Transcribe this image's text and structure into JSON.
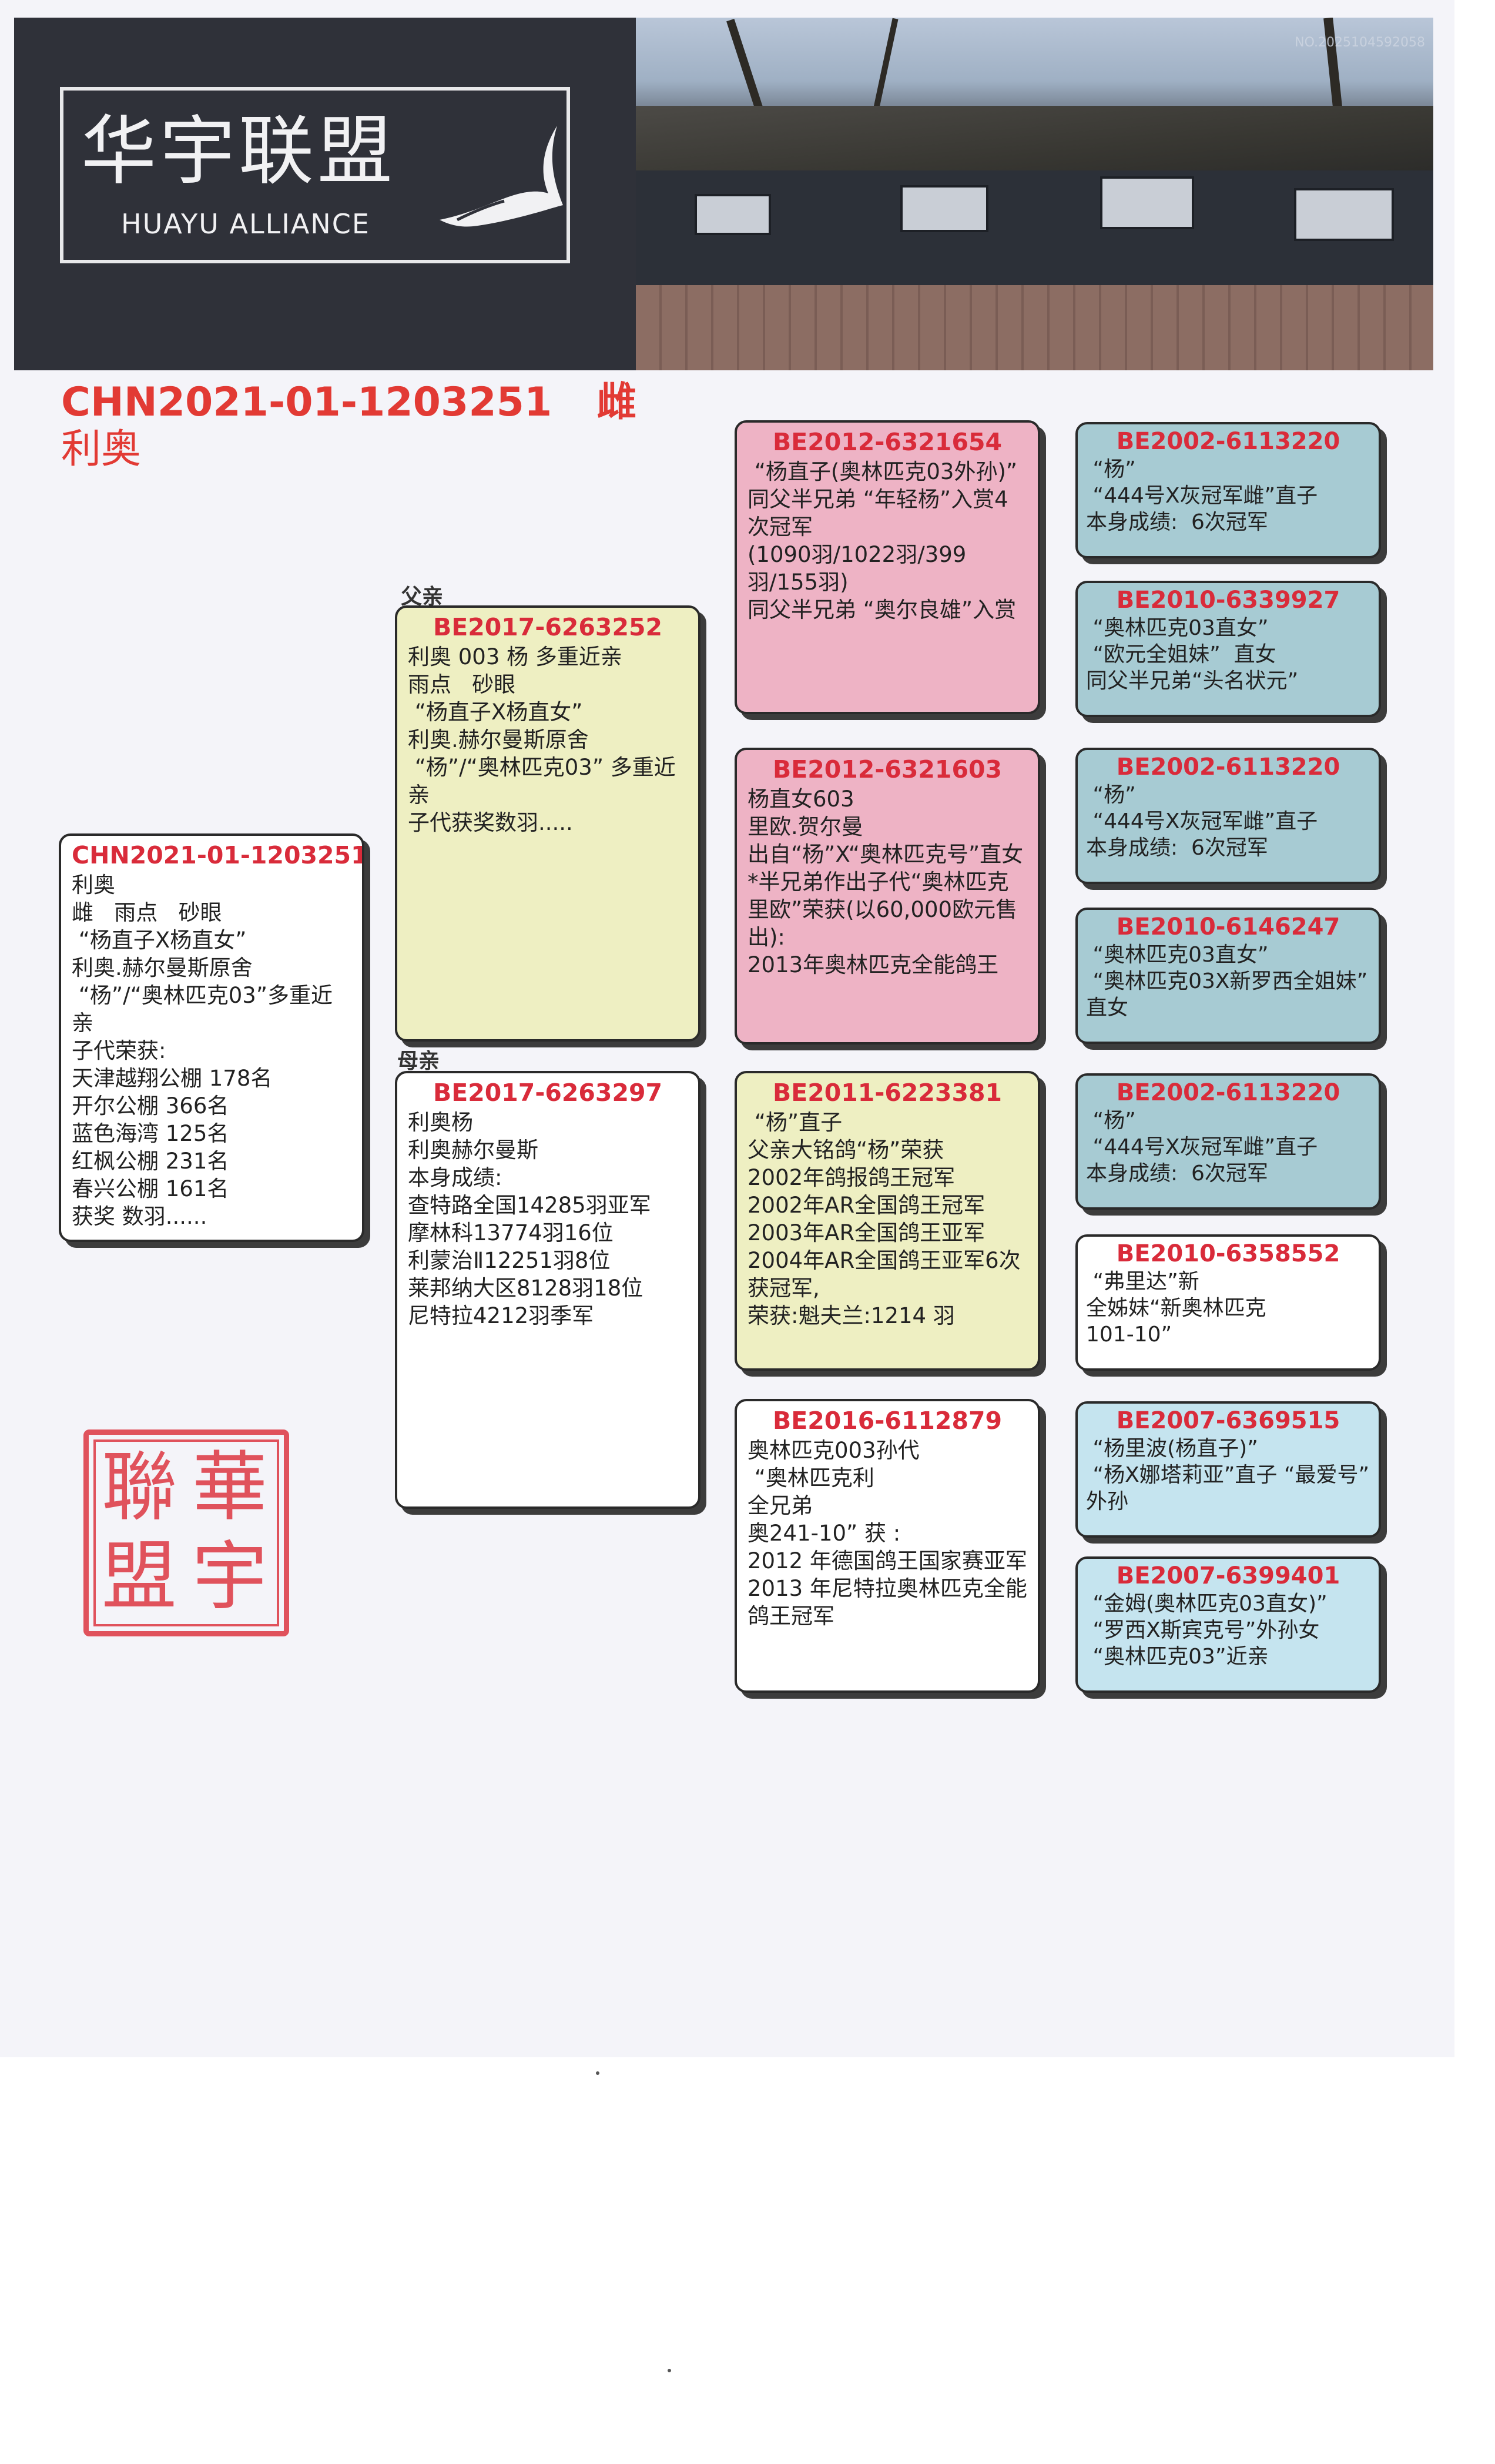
{
  "banner": {
    "logo_cn": "华宇联盟",
    "logo_en": "HUAYU ALLIANCE",
    "photo_code": "NO.2025104592058"
  },
  "title": {
    "ring": "CHN2021-01-1203251",
    "sex": "雌",
    "name": "利奥"
  },
  "labels": {
    "father": "父亲",
    "mother": "母亲"
  },
  "subject": {
    "ring": "CHN2021-01-1203251",
    "body": "利奥\n雌   雨点   砂眼\n “杨直子X杨直女”\n利奥.赫尔曼斯原舍\n “杨”/“奥林匹克03”多重近亲\n子代荣获:\n天津越翔公棚 178名\n开尔公棚 366名\n蓝色海湾 125名\n红枫公棚 231名\n春兴公棚 161名\n获奖 数羽......"
  },
  "father": {
    "ring": "BE2017-6263252",
    "body": "利奥 003 杨 多重近亲\n雨点   砂眼\n “杨直子X杨直女”\n利奥.赫尔曼斯原舍\n “杨”/“奥林匹克03” 多重近亲\n子代获奖数羽....."
  },
  "mother": {
    "ring": "BE2017-6263297",
    "body": "利奥杨\n利奥赫尔曼斯\n本身成绩:\n查特路全国14285羽亚军\n摩林科13774羽16位\n利蒙治Ⅱ12251羽8位\n莱邦纳大区8128羽18位\n尼特拉4212羽季军"
  },
  "ff": {
    "ring": "BE2012-6321654",
    "body": " “杨直子(奥林匹克03外孙)”\n同父半兄弟 “年轻杨”入赏4次冠军\n(1090羽/1022羽/399羽/155羽)\n同父半兄弟 “奥尔良雄”入赏"
  },
  "fm": {
    "ring": "BE2012-6321603",
    "body": "杨直女603\n里欧.贺尔曼\n出自“杨”X“奥林匹克号”直女\n*半兄弟作出子代“奥林匹克里欧”荣获(以60,000欧元售出):\n2013年奥林匹克全能鸽王"
  },
  "mf": {
    "ring": "BE2011-6223381",
    "body": " “杨”直子\n父亲大铭鸽“杨”荣获\n2002年鸽报鸽王冠军\n2002年AR全国鸽王冠军\n2003年AR全国鸽王亚军\n2004年AR全国鸽王亚军6次获冠军,\n荣获:魁夫兰:1214 羽"
  },
  "mm": {
    "ring": "BE2016-6112879",
    "body": "奥林匹克003孙代\n “奥林匹克利\n全兄弟\n奥241-10” 获 :\n2012 年德国鸽王国家赛亚军\n2013 年尼特拉奥林匹克全能鸽王冠军"
  },
  "fff": {
    "ring": "BE2002-6113220",
    "body": " “杨”\n “444号X灰冠军雌”直子\n本身成绩:  6次冠军"
  },
  "ffm": {
    "ring": "BE2010-6339927",
    "body": " “奥林匹克03直女”\n “欧元全姐妹”  直女\n同父半兄弟“头名状元”"
  },
  "fmf": {
    "ring": "BE2002-6113220",
    "body": " “杨”\n “444号X灰冠军雌”直子\n本身成绩:  6次冠军"
  },
  "fmm": {
    "ring": "BE2010-6146247",
    "body": " “奥林匹克03直女”\n “奥林匹克03X新罗西全姐妹” 直女"
  },
  "mff": {
    "ring": "BE2002-6113220",
    "body": " “杨”\n “444号X灰冠军雌”直子\n本身成绩:  6次冠军"
  },
  "mfm": {
    "ring": "BE2010-6358552",
    "body": " “弗里达”新\n全姊妹“新奥林匹克\n101-10”"
  },
  "mmf": {
    "ring": "BE2007-6369515",
    "body": " “杨里波(杨直子)”\n “杨X娜塔莉亚”直子 “最爱号” 外孙"
  },
  "mmm": {
    "ring": "BE2007-6399401",
    "body": " “金姆(奥林匹克03直女)”\n “罗西X斯宾克号”外孙女\n “奥林匹克03”近亲"
  },
  "seal": {
    "chars": [
      "華",
      "宇",
      "聯",
      "盟"
    ]
  },
  "colors": {
    "accent_red": "#e23a34",
    "ring_red": "#d92b3a",
    "yellow_card": "#eeefc2",
    "pink_card": "#eeb3c5",
    "teal_card": "#a7cbd3",
    "lightblue_card": "#c5e4ef",
    "seal_red": "#e0525c"
  }
}
